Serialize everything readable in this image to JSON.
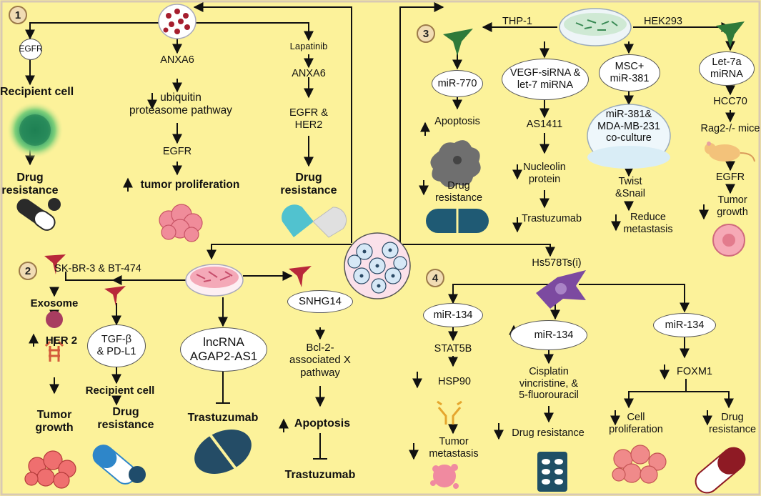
{
  "colors": {
    "background": "#fcf29a",
    "border": "#d9c9b3",
    "arrow": "#111111"
  },
  "panel1": {
    "number": "1",
    "egfr": "EGFR",
    "recipient_cell": "Recipient cell",
    "drug_resistance": [
      "Drug",
      "resistance"
    ],
    "anxa6": "ANXA6",
    "ubiquitin": [
      "ubiquitin",
      "proteasome pathway"
    ],
    "egfr2": "EGFR",
    "tumor_proliferation": "tumor proliferation",
    "lapatinib": "Lapatinib",
    "anxa6_b": "ANXA6",
    "egfr_her2": [
      "EGFR &",
      "HER2"
    ],
    "drug_resistance_b": [
      "Drug",
      "resistance"
    ]
  },
  "panel2": {
    "number": "2",
    "cell_lines": "SK-BR-3 & BT-474",
    "exosome": "Exosome",
    "her2": "HER 2",
    "tumor_growth": [
      "Tumor",
      "growth"
    ],
    "tgf": [
      "TGF-β",
      "& PD-L1"
    ],
    "recipient_cell": "Recipient cell",
    "drug_resistance": [
      "Drug",
      "resistance"
    ],
    "lncrna": [
      "lncRNA",
      "AGAP2-AS1"
    ],
    "trastuzumab": "Trastuzumab",
    "snhg14": "SNHG14",
    "bcl2": [
      "Bcl-2-",
      "associated X",
      "pathway"
    ],
    "apoptosis": "Apoptosis",
    "trastuzumab_b": "Trastuzumab"
  },
  "panel3": {
    "number": "3",
    "thp1": "THP-1",
    "hek293": "HEK293",
    "mir770": "miR-770",
    "apoptosis": "Apoptosis",
    "drug_resistance": [
      "Drug",
      "resistance"
    ],
    "vegf": [
      "VEGF-siRNA &",
      "let-7 miRNA"
    ],
    "as1411": "AS1411",
    "nucleolin": [
      "Nucleolin",
      "protein"
    ],
    "trastuzumab": "Trastuzumab",
    "msc": [
      "MSC+",
      "miR-381"
    ],
    "coculture": [
      "miR-381&",
      "MDA-MB-231",
      "co-culture"
    ],
    "twist": [
      "Twist",
      "&Snail"
    ],
    "reduce": [
      "Reduce",
      "metastasis"
    ],
    "let7a": [
      "Let-7a",
      "miRNA"
    ],
    "hcc70": "HCC70",
    "rag2": "Rag2-/- mice",
    "egfr": "EGFR",
    "tumor_growth": [
      "Tumor",
      "growth"
    ]
  },
  "panel4": {
    "number": "4",
    "hs578": "Hs578Ts(i)",
    "mir134_a": "miR-134",
    "stat5b": "STAT5B",
    "hsp90": "HSP90",
    "tumor_metastasis": [
      "Tumor",
      "metastasis"
    ],
    "mir134_b": "miR-134",
    "cisplatin": [
      "Cisplatin",
      "vincristine, &",
      "5-fluorouracil"
    ],
    "drug_resistance": "Drug resistance",
    "mir134_c": "miR-134",
    "foxm1": "FOXM1",
    "cell_proliferation": [
      "Cell",
      "proliferation"
    ],
    "drug_resistance_b": [
      "Drug",
      "resistance"
    ]
  }
}
